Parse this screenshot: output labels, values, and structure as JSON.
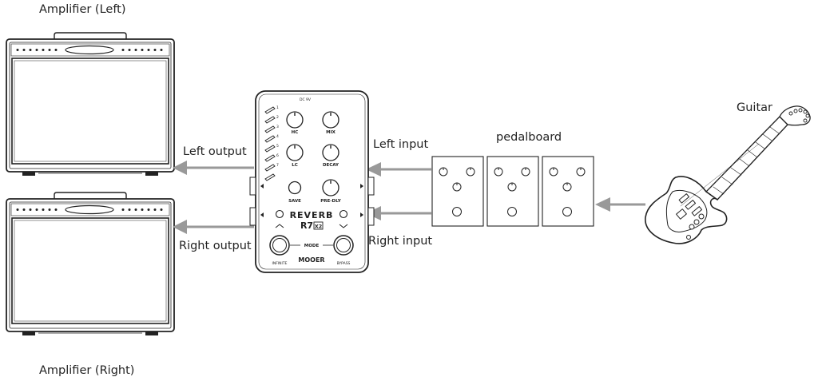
{
  "labels": {
    "amp_left": "Amplifier (Left)",
    "amp_right": "Amplifier (Right)",
    "left_output": "Left output",
    "right_output": "Right output",
    "left_input": "Left input",
    "right_input": "Right input",
    "pedalboard": "pedalboard",
    "guitar": "Guitar"
  },
  "pedal": {
    "power": "DC 9V",
    "knobs": [
      "HC",
      "MIX",
      "LC",
      "DECAY",
      "SAVE",
      "PRE-DLY"
    ],
    "slot_numbers": [
      "1",
      "2",
      "3",
      "4",
      "5",
      "6",
      "7"
    ],
    "name_line1": "REVERB",
    "name_line2": "R7",
    "name_badge": "X2",
    "mode": "MODE",
    "brand": "MOOER",
    "left_switch": "INFINITE",
    "right_switch": "BYPASS"
  }
}
